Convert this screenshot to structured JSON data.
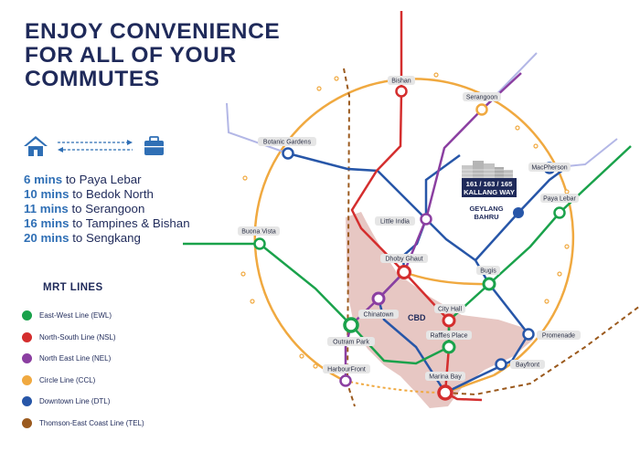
{
  "headline": [
    "ENJOY CONVENIENCE",
    "FOR ALL OF YOUR",
    "COMMUTES"
  ],
  "commutes": [
    {
      "mins": "6 mins",
      "dest": " to Paya Lebar"
    },
    {
      "mins": "10 mins",
      "dest": " to Bedok North"
    },
    {
      "mins": "11 mins",
      "dest": " to Serangoon"
    },
    {
      "mins": "16 mins",
      "dest": " to Tampines & Bishan"
    },
    {
      "mins": "20 mins",
      "dest": " to Sengkang"
    }
  ],
  "legend": {
    "title": "MRT LINES",
    "items": [
      {
        "label": "East-West Line (EWL)",
        "color": "#1aa24b"
      },
      {
        "label": "North-South Line (NSL)",
        "color": "#d42e2e"
      },
      {
        "label": "North East Line (NEL)",
        "color": "#8b3fa1"
      },
      {
        "label": "Circle Line (CCL)",
        "color": "#f0a940"
      },
      {
        "label": "Downtown Line (DTL)",
        "color": "#2756a8"
      },
      {
        "label": "Thomson-East Coast Line (TEL)",
        "color": "#9b5a1e"
      }
    ]
  },
  "stations": {
    "bishan": "Bishan",
    "serangoon": "Serangoon",
    "botanic_gardens": "Botanic Gardens",
    "macpherson": "MacPherson",
    "paya_lebar": "Paya Lebar",
    "little_india": "Little India",
    "buona_vista": "Buona Vista",
    "dhoby_ghaut": "Dhoby Ghaut",
    "bugis": "Bugis",
    "chinatown": "Chinatown",
    "city_hall": "City Hall",
    "raffles_place": "Raffles Place",
    "promenade": "Promenade",
    "outram_park": "Outram Park",
    "bayfront": "Bayfront",
    "harbourfront": "HarbourFront",
    "marina_bay": "Marina Bay"
  },
  "cbd_label": "CBD",
  "project": {
    "address": "161 / 163 / 165 KALLANG WAY",
    "area_line1": "GEYLANG",
    "area_line2": "BAHRU"
  },
  "colors": {
    "ewl": "#1aa24b",
    "nsl": "#d42e2e",
    "nel": "#8b3fa1",
    "ccl": "#f0a940",
    "dtl": "#2756a8",
    "tel": "#9b5a1e",
    "navy": "#1f2a5a",
    "cbd": "#e3bdb9",
    "future": "#b3b7e6"
  }
}
